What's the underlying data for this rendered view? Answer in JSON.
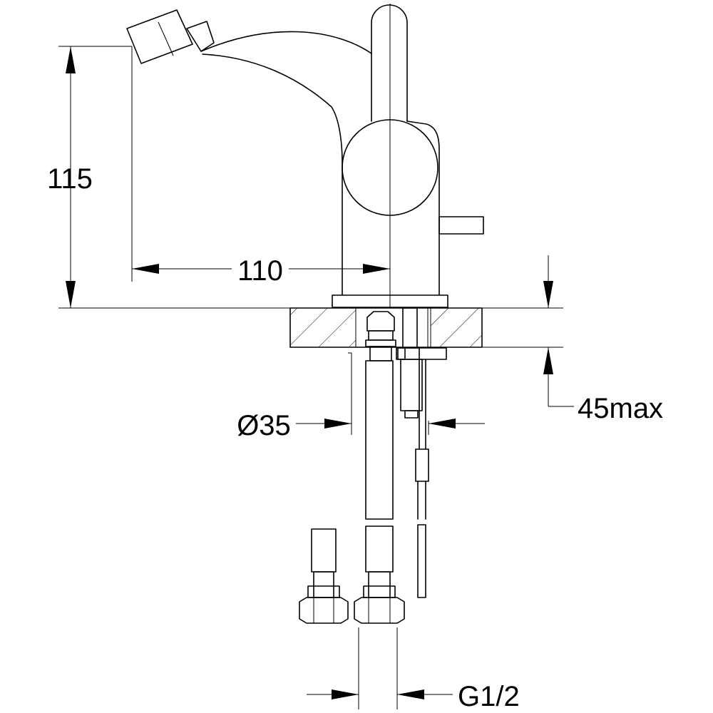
{
  "dimensions": {
    "height": "115",
    "reach": "110",
    "base_diameter": "Ø35",
    "deck_thickness": "45max",
    "connection": "G1/2"
  }
}
